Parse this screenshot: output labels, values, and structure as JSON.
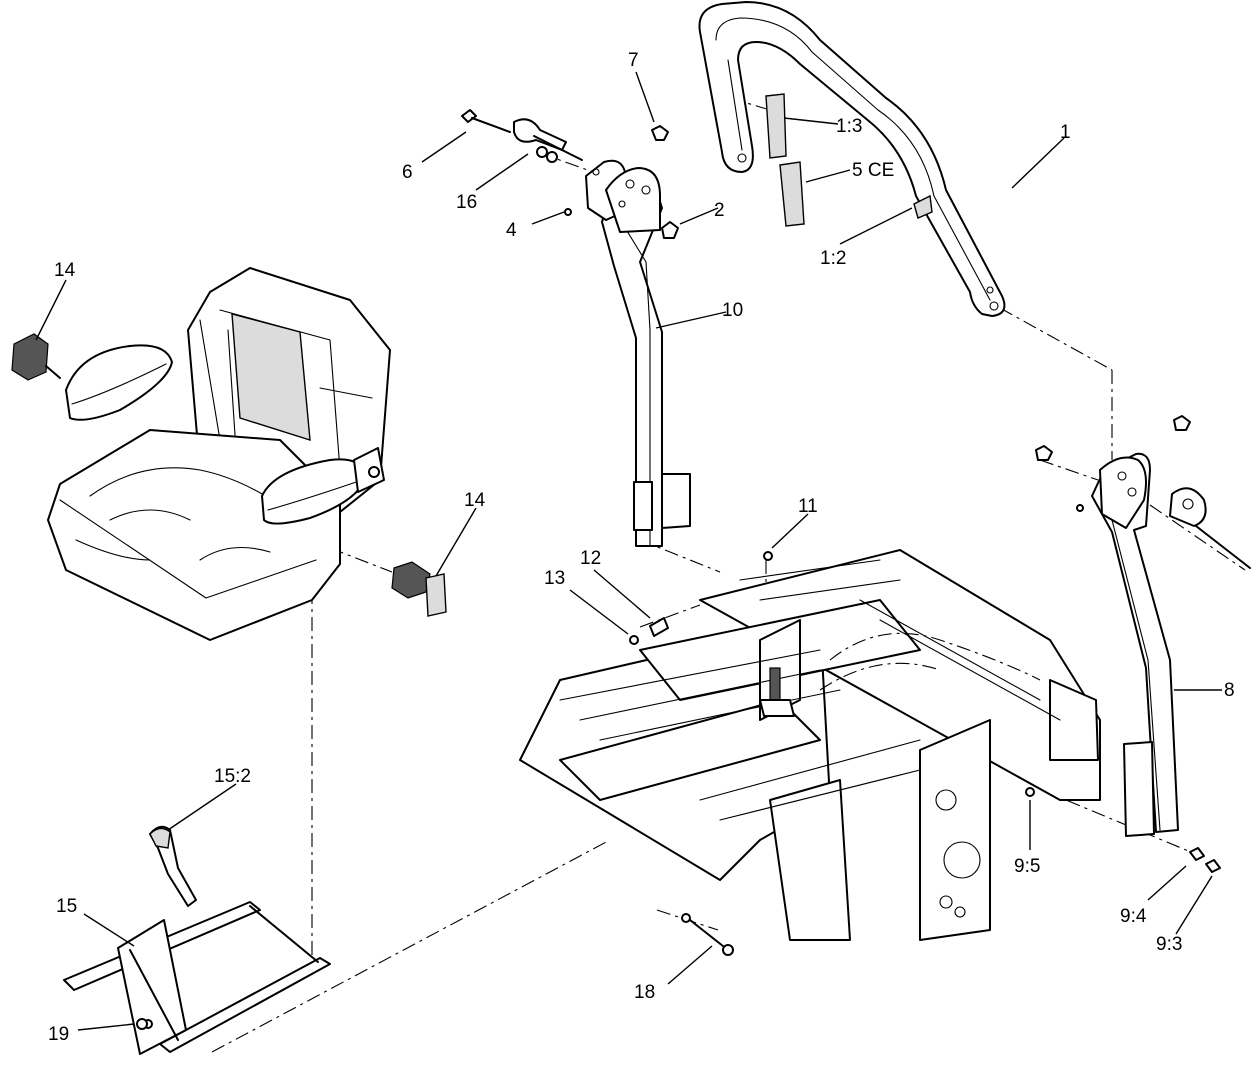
{
  "diagram": {
    "callouts": {
      "c1": "1",
      "c1_2": "1:2",
      "c1_3": "1:3",
      "c2": "2",
      "c4": "4",
      "c5ce": "5 CE",
      "c6": "6",
      "c7": "7",
      "c8": "8",
      "c9_3": "9:3",
      "c9_4": "9:4",
      "c9_5": "9:5",
      "c10": "10",
      "c11": "11",
      "c12": "12",
      "c13": "13",
      "c14_left": "14",
      "c14_right": "14",
      "c15": "15",
      "c15_2": "15:2",
      "c16": "16",
      "c18": "18",
      "c19": "19"
    }
  }
}
